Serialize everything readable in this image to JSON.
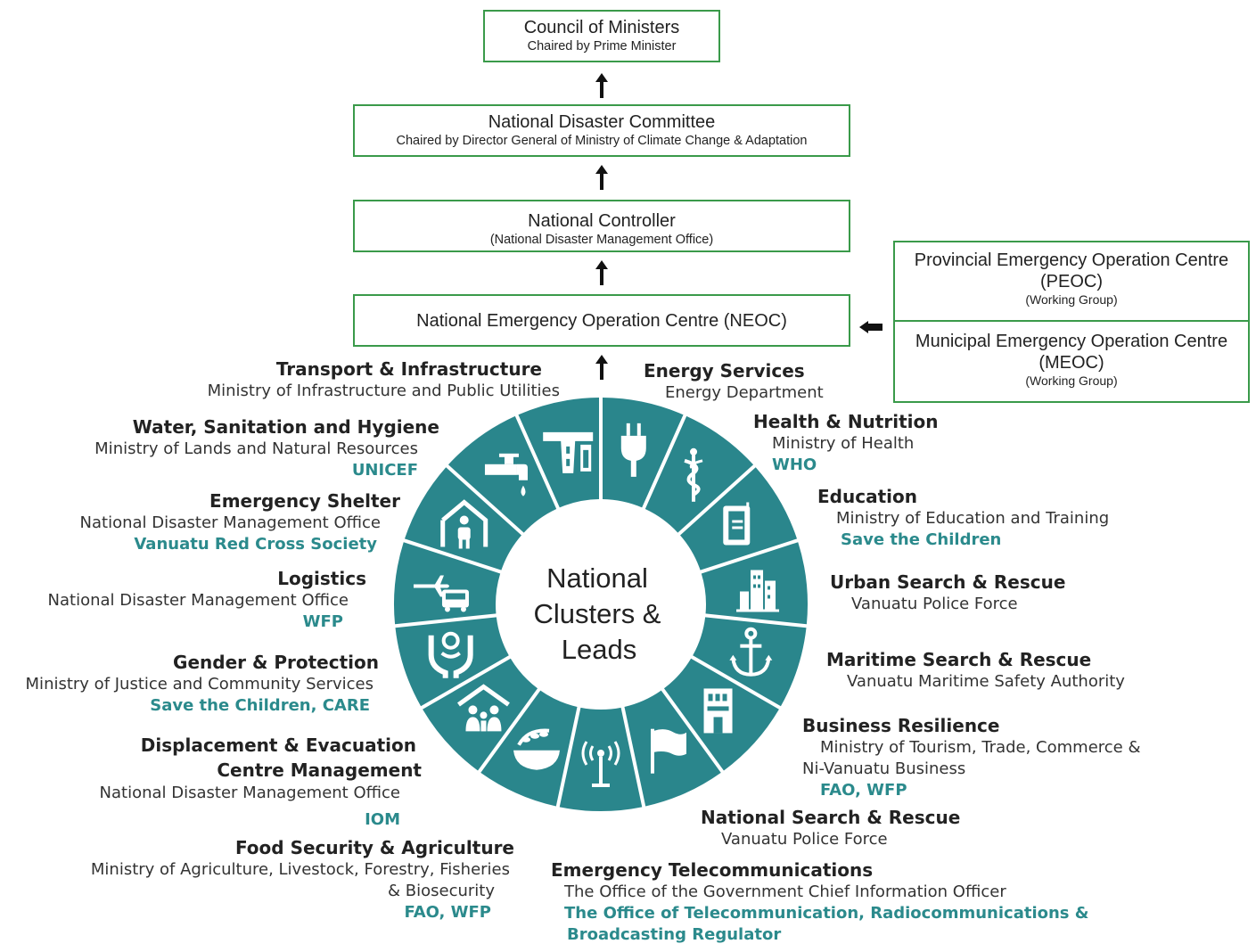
{
  "chain": {
    "council": {
      "title": "Council of Ministers",
      "sub": "Chaired by Prime Minister"
    },
    "ndc": {
      "title": "National Disaster Committee",
      "sub": "Chaired by Director General of Ministry of Climate Change & Adaptation"
    },
    "controller": {
      "title": "National Controller",
      "sub": "(National Disaster Management Office)"
    },
    "neoc": {
      "title": "National Emergency Operation Centre (NEOC)"
    }
  },
  "side": {
    "peoc": {
      "title": "Provincial Emergency Operation Centre",
      "abbr": "(PEOC)",
      "sub": "(Working Group)"
    },
    "meoc": {
      "title": "Municipal Emergency Operation Centre",
      "abbr": "(MEOC)",
      "sub": "(Working Group)"
    }
  },
  "center": {
    "line1": "National",
    "line2": "Clusters &",
    "line3": "Leads"
  },
  "colors": {
    "wheel": "#2a868c",
    "box_border": "#3a9a4a",
    "partner": "#2b8a8c"
  },
  "icons": [
    "plug-icon",
    "caduceus-icon",
    "book-icon",
    "buildings-icon",
    "anchor-icon",
    "business-building-icon",
    "flag-icon",
    "antenna-icon",
    "food-bowl-icon",
    "family-shelter-icon",
    "hands-person-icon",
    "plane-truck-icon",
    "house-person-icon",
    "water-tap-icon",
    "road-icon"
  ],
  "clusters": {
    "transport": {
      "name": "Transport & Infrastructure",
      "lead": "Ministry of Infrastructure and Public Utilities"
    },
    "wash": {
      "name": "Water, Sanitation and Hygiene",
      "lead": "Ministry of Lands and Natural Resources",
      "partner": "UNICEF"
    },
    "shelter": {
      "name": "Emergency Shelter",
      "lead": "National Disaster Management Office",
      "partner": "Vanuatu Red Cross Society"
    },
    "logistics": {
      "name": "Logistics",
      "lead": "National Disaster Management Office",
      "partner": "WFP"
    },
    "gender": {
      "name": "Gender & Protection",
      "lead": "Ministry of Justice and Community Services",
      "partner": "Save the Children, CARE"
    },
    "displacement": {
      "name1": "Displacement & Evacuation",
      "name2": "Centre Management",
      "lead": "National Disaster Management Office",
      "partner": "IOM"
    },
    "food": {
      "name": "Food Security & Agriculture",
      "lead1": "Ministry of Agriculture, Livestock, Forestry, Fisheries",
      "lead2": "& Biosecurity",
      "partner": "FAO, WFP"
    },
    "energy": {
      "name": "Energy Services",
      "lead": "Energy Department"
    },
    "health": {
      "name": "Health & Nutrition",
      "lead": "Ministry of Health",
      "partner": "WHO"
    },
    "education": {
      "name": "Education",
      "lead": "Ministry of Education and Training",
      "partner": "Save the Children"
    },
    "usar": {
      "name": "Urban Search & Rescue",
      "lead": "Vanuatu Police Force"
    },
    "maritime": {
      "name": "Maritime Search & Rescue",
      "lead": "Vanuatu Maritime Safety Authority"
    },
    "business": {
      "name": "Business Resilience",
      "lead1": "Ministry of Tourism, Trade, Commerce &",
      "lead2": "Ni-Vanuatu Business",
      "partner": "FAO, WFP"
    },
    "nsar": {
      "name": "National Search & Rescue",
      "lead": "Vanuatu Police Force"
    },
    "telecom": {
      "name": "Emergency Telecommunications",
      "lead": "The Office of the Government Chief Information Officer",
      "partner1": "The Office of Telecommunication, Radiocommunications &",
      "partner2": "Broadcasting Regulator"
    }
  }
}
